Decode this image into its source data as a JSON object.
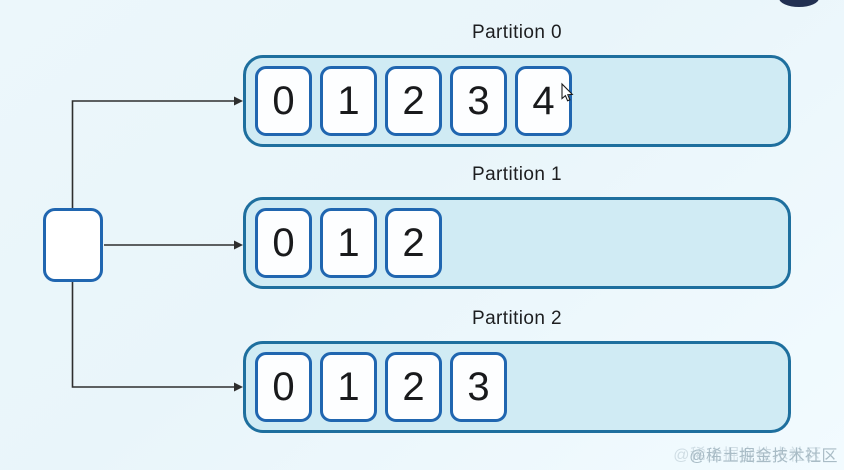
{
  "colors": {
    "background_top": "#ecf7fb",
    "background_bottom": "#f2fbff",
    "partition_fill": "#d0ebf4",
    "partition_border": "#1e6f9e",
    "message_fill": "#fdfeff",
    "message_border": "#2066b0",
    "connector": "#2e2e2e",
    "label_text": "#1d1e20",
    "digit_text": "#191a1c",
    "watermark": "#a9bcc6",
    "fragment": "#223052"
  },
  "diagram": {
    "partitions": [
      {
        "label": "Partition 0",
        "messages": [
          "0",
          "1",
          "2",
          "3",
          "4"
        ]
      },
      {
        "label": "Partition 1",
        "messages": [
          "0",
          "1",
          "2"
        ]
      },
      {
        "label": "Partition 2",
        "messages": [
          "0",
          "1",
          "2",
          "3"
        ]
      }
    ]
  },
  "watermark": {
    "text": "@稀土掘金技术社区"
  }
}
